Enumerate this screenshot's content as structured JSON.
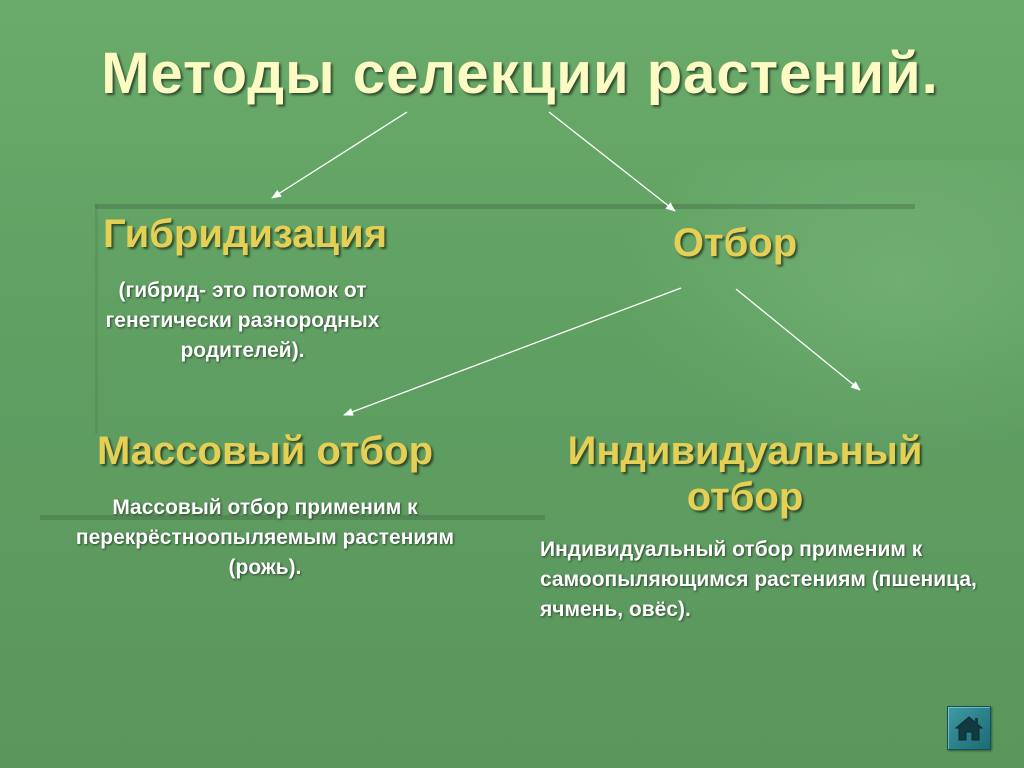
{
  "slide": {
    "title": "Методы селекции растений.",
    "hybridization": {
      "heading": "Гибридизация",
      "description": "(гибрид- это потомок от генетически разнородных родителей)."
    },
    "selection": {
      "heading": "Отбор"
    },
    "mass_selection": {
      "heading": "Массовый отбор",
      "description": "Массовый отбор применим к перекрёстноопыляемым растениям (рожь)."
    },
    "individual_selection": {
      "heading": "Индивидуальный отбор",
      "description": "Индивидуальный отбор применим к самоопыляющимся растениям (пшеница, ячмень, овёс)."
    },
    "navigation": {
      "home_icon": "home-icon"
    }
  },
  "colors": {
    "background": "#62a364",
    "title": "#fdfbc4",
    "heading": "#e5cf55",
    "body_text": "#ffffff",
    "arrow": "#ffffff",
    "home_button": "#2b8590"
  }
}
